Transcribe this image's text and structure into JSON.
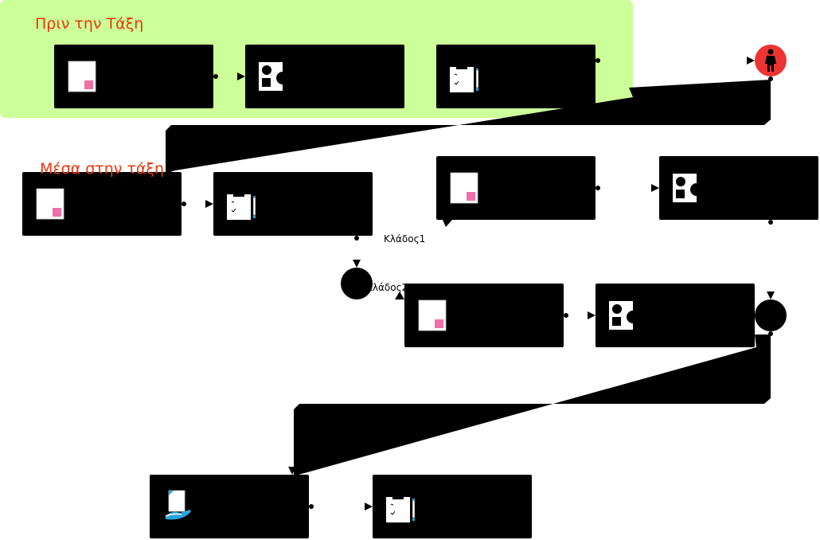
{
  "sections": {
    "before_class": {
      "title": "Πριν την Τάξη",
      "color": "#ccff99"
    },
    "in_class": {
      "title": "Μέσα στην τάξη"
    }
  },
  "branches": {
    "branch1": "Κλάδος1",
    "branch2": "Κλάδος2"
  },
  "colors": {
    "node_fill": "#000000",
    "section_fill": "#ccff99",
    "start_fill": "#ee3333",
    "title_text": "#e8380d",
    "icon_pink": "#f06fa6",
    "icon_blue": "#2aa3dc"
  },
  "nodes": [
    {
      "id": "n1",
      "icon": "page-icon"
    },
    {
      "id": "n2",
      "icon": "shapes-icon"
    },
    {
      "id": "n3",
      "icon": "clipboard-pencil-icon"
    },
    {
      "id": "start",
      "icon": "person-icon"
    },
    {
      "id": "n4",
      "icon": "page-icon"
    },
    {
      "id": "n5",
      "icon": "clipboard-pencil-icon"
    },
    {
      "id": "n6",
      "icon": "page-icon"
    },
    {
      "id": "n7",
      "icon": "shapes-icon"
    },
    {
      "id": "split",
      "icon": "branch-split"
    },
    {
      "id": "n8",
      "icon": "page-icon"
    },
    {
      "id": "n9",
      "icon": "shapes-icon"
    },
    {
      "id": "join",
      "icon": "branch-join"
    },
    {
      "id": "n10",
      "icon": "hand-document-icon"
    },
    {
      "id": "n11",
      "icon": "clipboard-pencil-icon"
    }
  ]
}
